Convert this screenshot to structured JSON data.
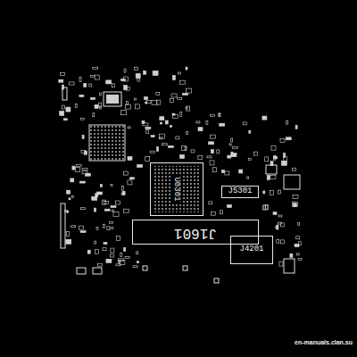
{
  "diagram": {
    "nodes": [
      {
        "text": [
          "U0301"
        ]
      },
      {
        "text": [
          "J1601"
        ]
      },
      {
        "text": [
          "J5301"
        ]
      },
      {
        "text": [
          "J4201"
        ]
      }
    ],
    "labels": [
      "en-manuals.clan.su"
    ]
  }
}
